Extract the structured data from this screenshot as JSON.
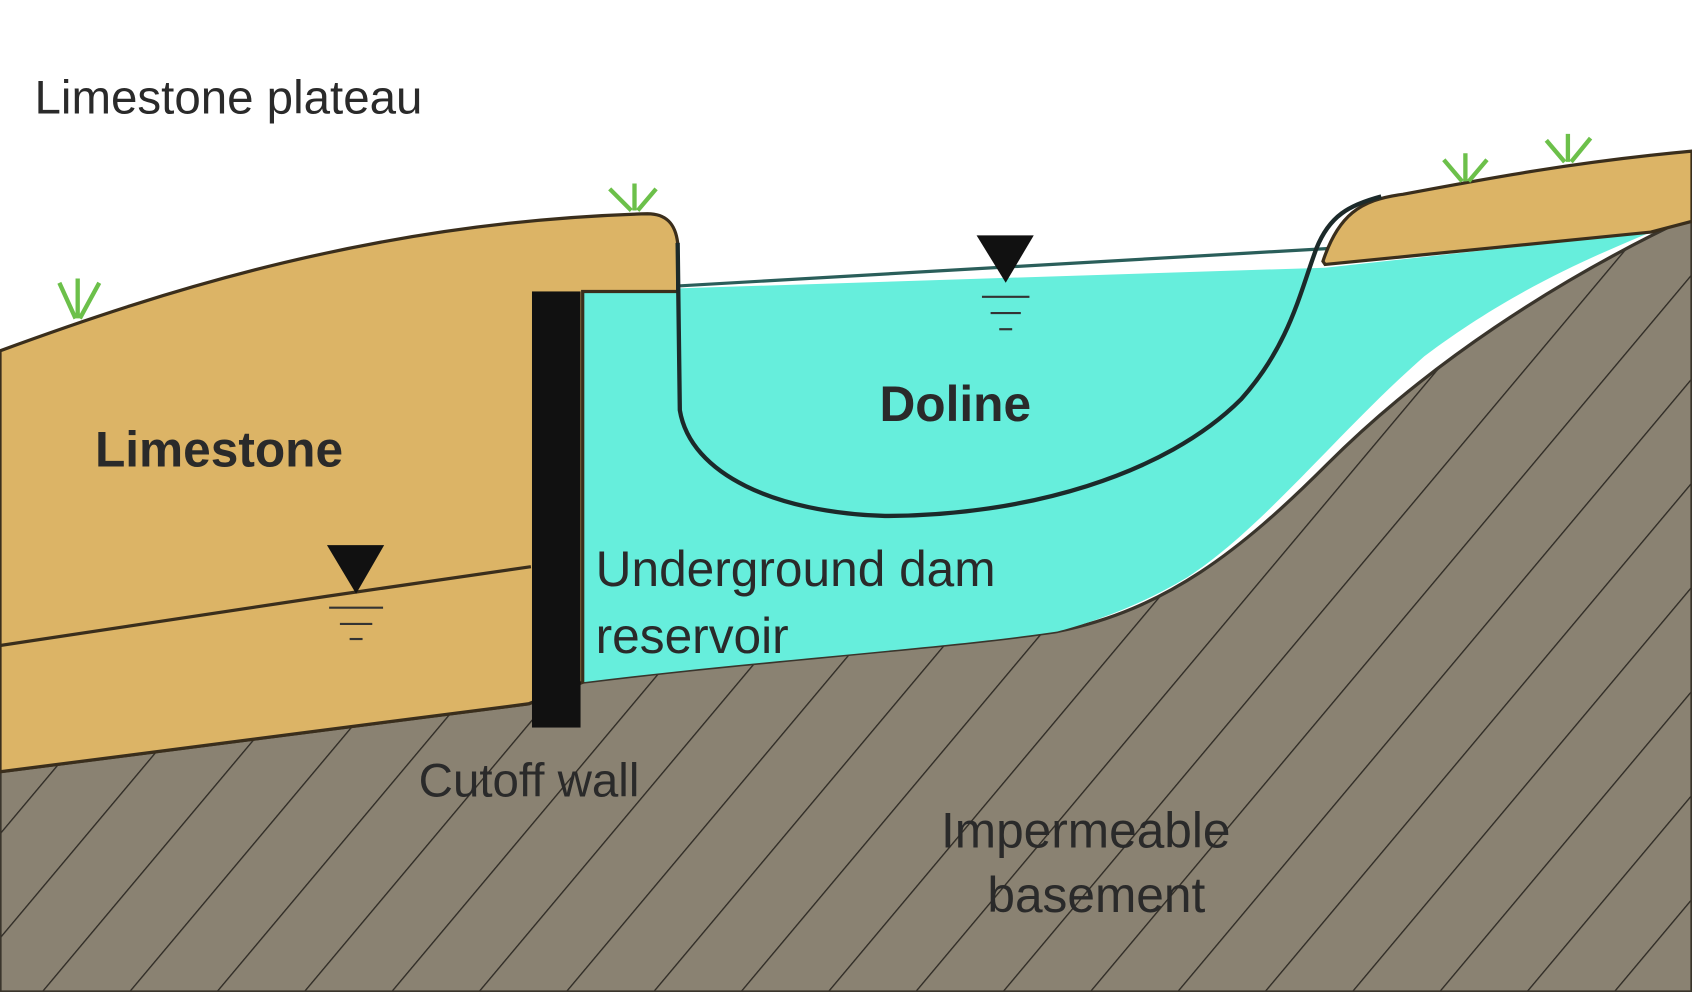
{
  "title": "Limestone plateau",
  "labels": {
    "limestone": "Limestone",
    "doline": "Doline",
    "reservoir_line1": "Underground dam",
    "reservoir_line2": "reservoir",
    "cutoff_wall": "Cutoff wall",
    "basement_line1": "Impermeable",
    "basement_line2": "basement"
  },
  "colors": {
    "limestone": "#dcb466",
    "water": "#66eedc",
    "basement": "#8a8272",
    "hatch": "#2e2a24",
    "wall": "#111111"
  }
}
